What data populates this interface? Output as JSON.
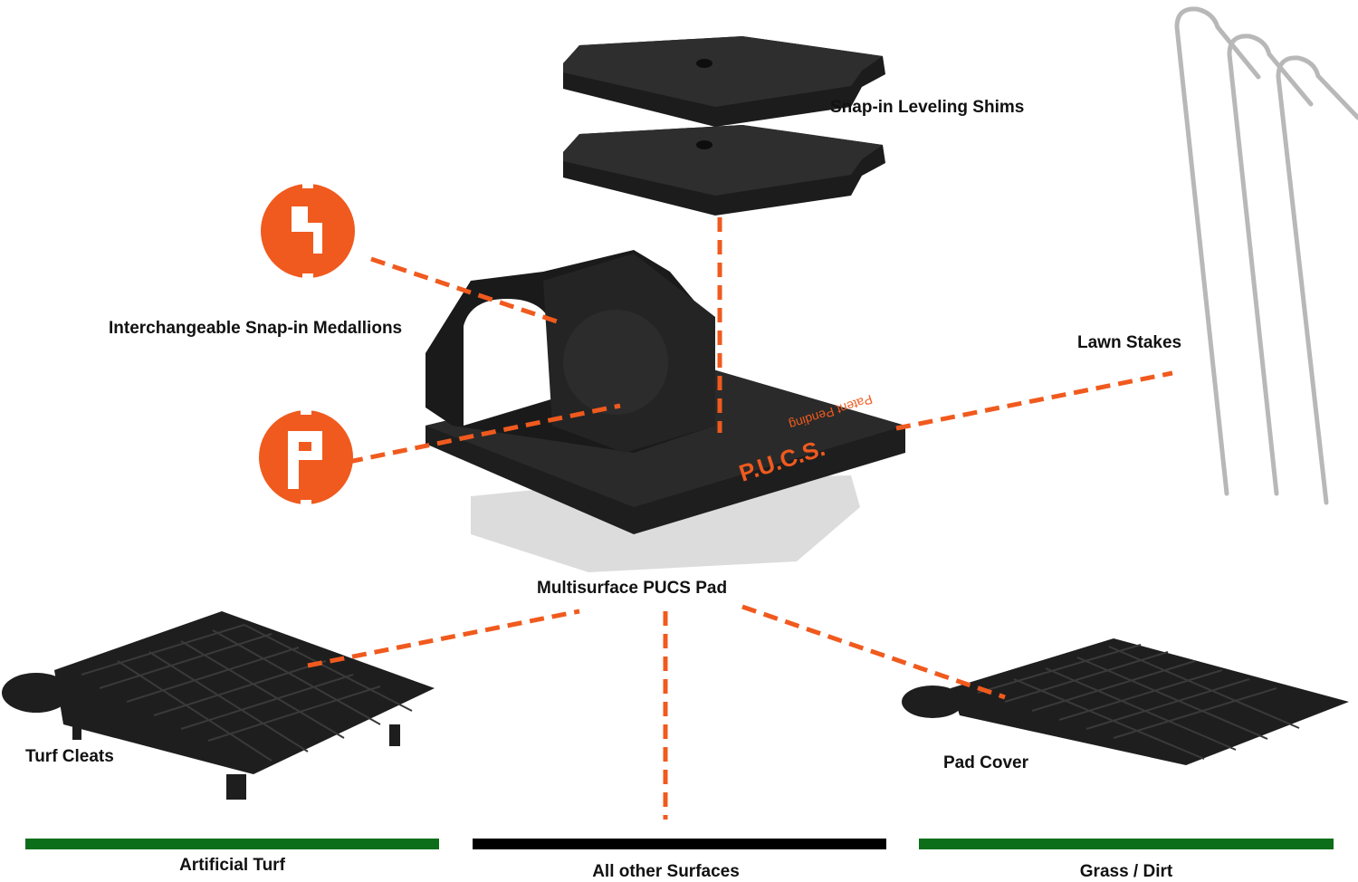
{
  "labels": {
    "shims": "Snap-in Leveling Shims",
    "medallions": "Interchangeable Snap-in Medallions",
    "lawn_stakes": "Lawn Stakes",
    "pad": "Multisurface PUCS Pad",
    "turf_cleats": "Turf Cleats",
    "pad_cover": "Pad Cover"
  },
  "product_marks": {
    "brand": "P.U.C.S.",
    "patent": "Patent Pending"
  },
  "surfaces": [
    {
      "label": "Artificial Turf",
      "color": "#0d6e1a"
    },
    {
      "label": "All other Surfaces",
      "color": "#000000"
    },
    {
      "label": "Grass / Dirt",
      "color": "#0d6e1a"
    }
  ],
  "colors": {
    "accent": "#f05a1e",
    "part": "#262626",
    "metal": "#b8b8b8"
  }
}
